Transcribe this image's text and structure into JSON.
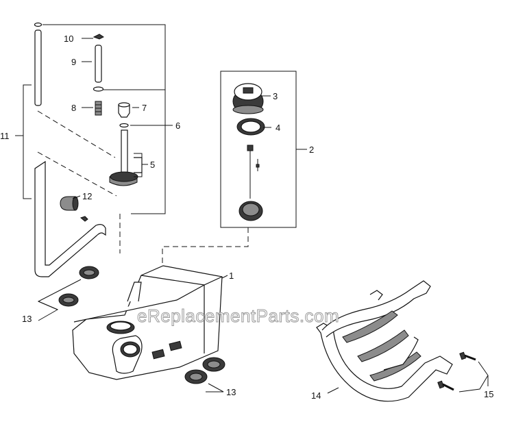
{
  "watermark": "eReplacementParts.com",
  "callouts": {
    "c1": "1",
    "c2": "2",
    "c3": "3",
    "c4": "4",
    "c5": "5",
    "c6": "6",
    "c7": "7",
    "c8": "8",
    "c9": "9",
    "c10": "10",
    "c11": "11",
    "c12": "12",
    "c13a": "13",
    "c13b": "13",
    "c14": "14",
    "c15": "15"
  }
}
